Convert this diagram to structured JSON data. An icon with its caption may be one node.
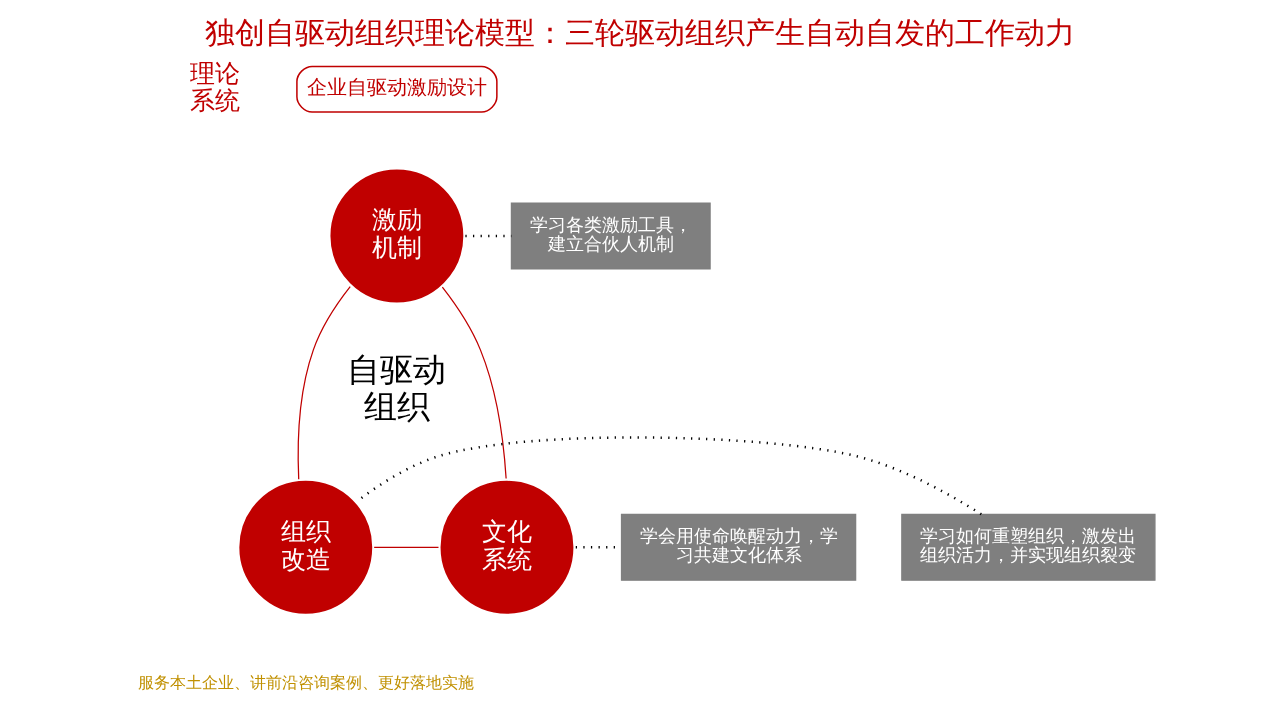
{
  "diagram": {
    "title": "独创自驱动组织理论模型：三轮驱动组织产生自动自发的工作动力",
    "nodes": [
      {
        "text": [
          "企业自驱动激励设计"
        ]
      },
      {
        "text": [
          "激励机制"
        ]
      },
      {
        "text": [
          "学习各类激励工具，建立合伙人机制"
        ]
      },
      {
        "text": [
          "学习如何重塑组织，激发出组织活力，并实现组织裂变"
        ]
      },
      {
        "text": [
          "组织改造"
        ]
      },
      {
        "text": [
          "文化系统"
        ]
      },
      {
        "text": [
          "学会用使命唤醒动力，学习共建文化体系"
        ]
      }
    ],
    "edges": [
      {
        "from": 1,
        "to": 4,
        "arrow": "none",
        "color": "#c00000"
      },
      {
        "from": 1,
        "to": 5,
        "arrow": "none",
        "color": "#c00000"
      },
      {
        "from": 4,
        "to": 5,
        "arrow": "none",
        "color": "#c00000"
      },
      {
        "from": 1,
        "to": 2,
        "arrow": "none",
        "style": "dashed",
        "color": "#000000"
      },
      {
        "from": 3,
        "to": 4,
        "arrow": "none",
        "style": "dashed",
        "color": "#000000"
      },
      {
        "from": 5,
        "to": 6,
        "arrow": "none",
        "style": "dashed",
        "color": "#000000"
      }
    ],
    "labels": [
      "理论系统",
      "自驱动组织",
      "服务本土企业、讲前沿咨询案例、更好落地实施"
    ]
  }
}
